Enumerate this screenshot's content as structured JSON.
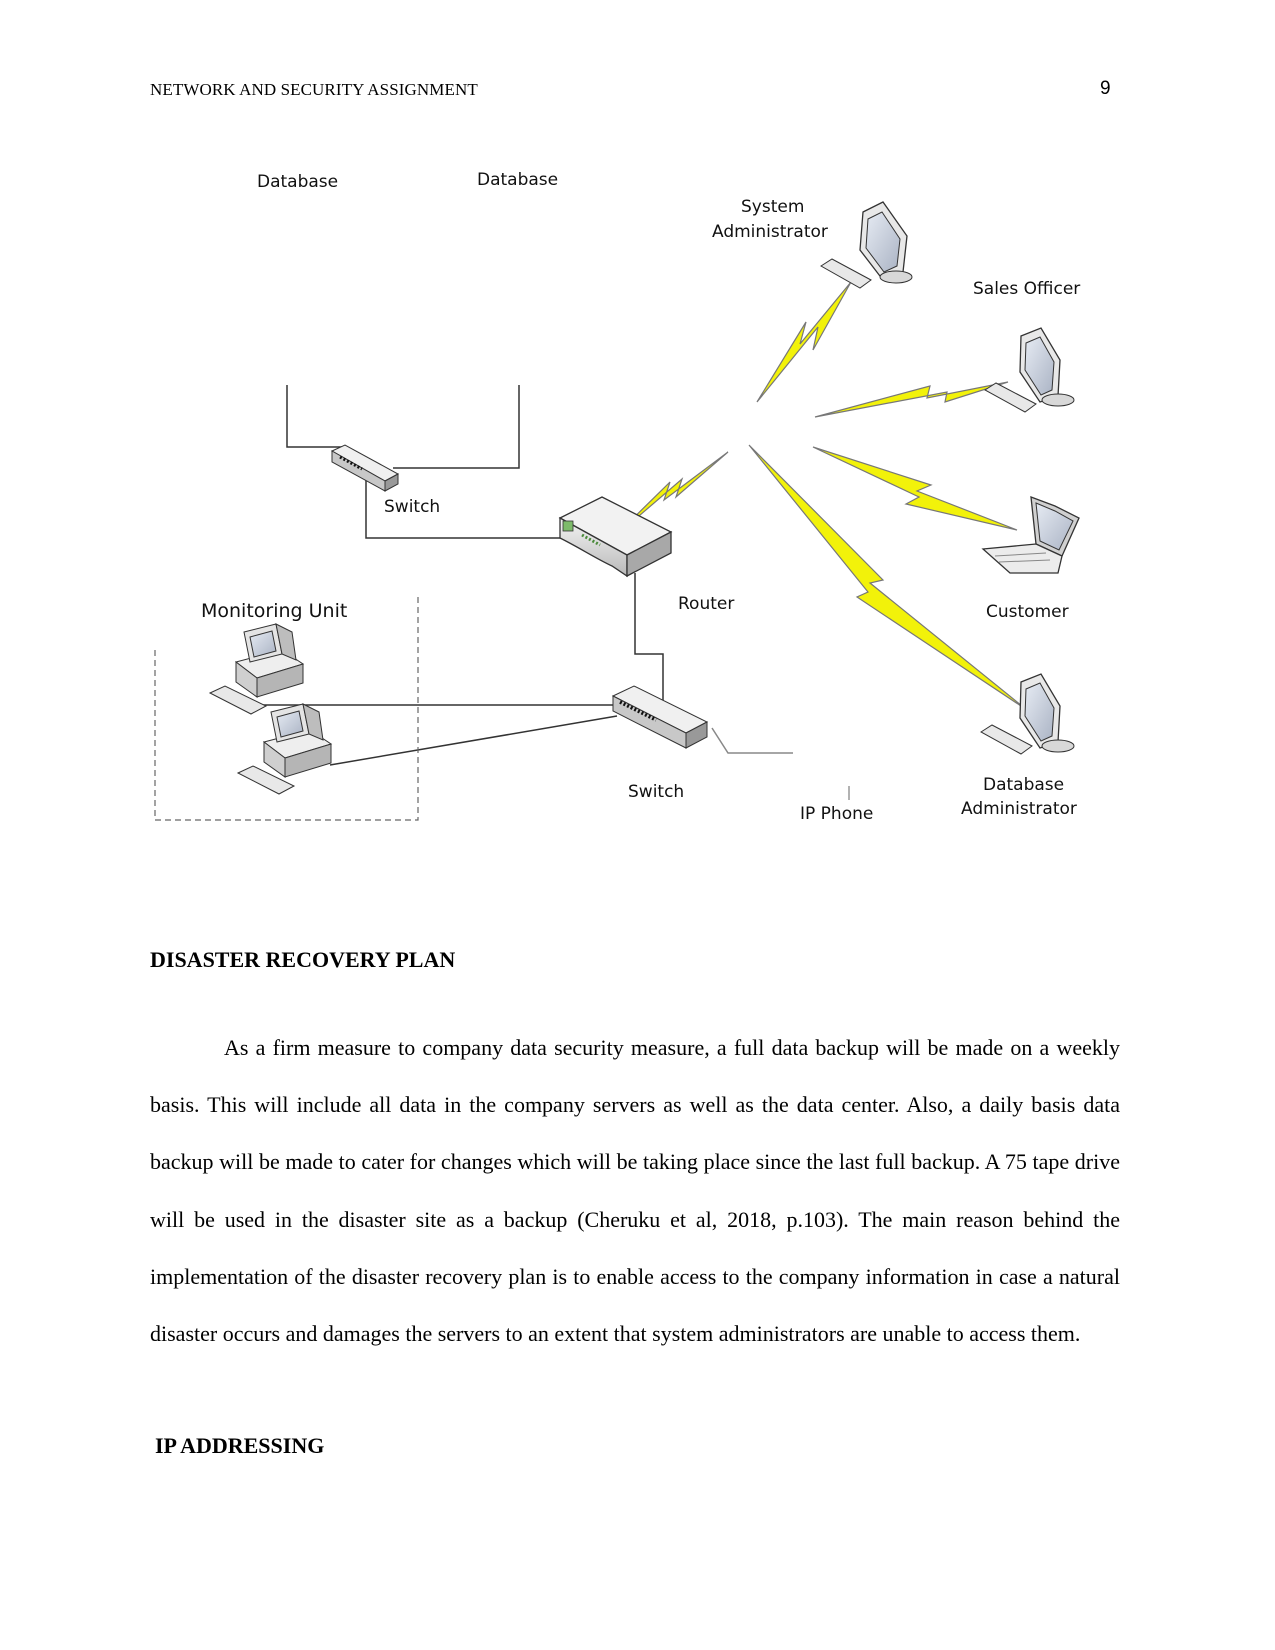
{
  "header": {
    "running_head": "NETWORK AND SECURITY ASSIGNMENT",
    "page_number": "9"
  },
  "diagram": {
    "labels": {
      "database_1": "Database",
      "database_2": "Database",
      "switch_top": "Switch",
      "router": "Router",
      "monitoring_unit": "Monitoring Unit",
      "switch_bottom": "Switch",
      "ip_phone": "IP Phone",
      "system_admin_line1": "System",
      "system_admin_line2": "Administrator",
      "sales_officer": "Sales Officer",
      "customer": "Customer",
      "db_admin_line1": "Database",
      "db_admin_line2": "Administrator"
    },
    "colors": {
      "wireless_bolt": "#f2f20a",
      "device_body": "#e6e6e6",
      "screen": "#d2d8e4"
    }
  },
  "sections": {
    "disaster_recovery": {
      "heading": "DISASTER RECOVERY PLAN",
      "body": "As a firm measure to company data security measure, a full data backup will be made on a weekly basis. This will include all data in the company servers as well as the data center. Also, a daily basis data backup will be made to cater for changes which will be taking place since the last full backup. A 75 tape drive will be used in the disaster site as a backup (Cheruku et al, 2018, p.103). The main reason behind the implementation of the disaster recovery plan is to enable access to the company information in case a natural disaster occurs and damages the servers to an extent that system administrators are unable to access them."
    },
    "ip_addressing": {
      "heading": "IP ADDRESSING"
    }
  }
}
